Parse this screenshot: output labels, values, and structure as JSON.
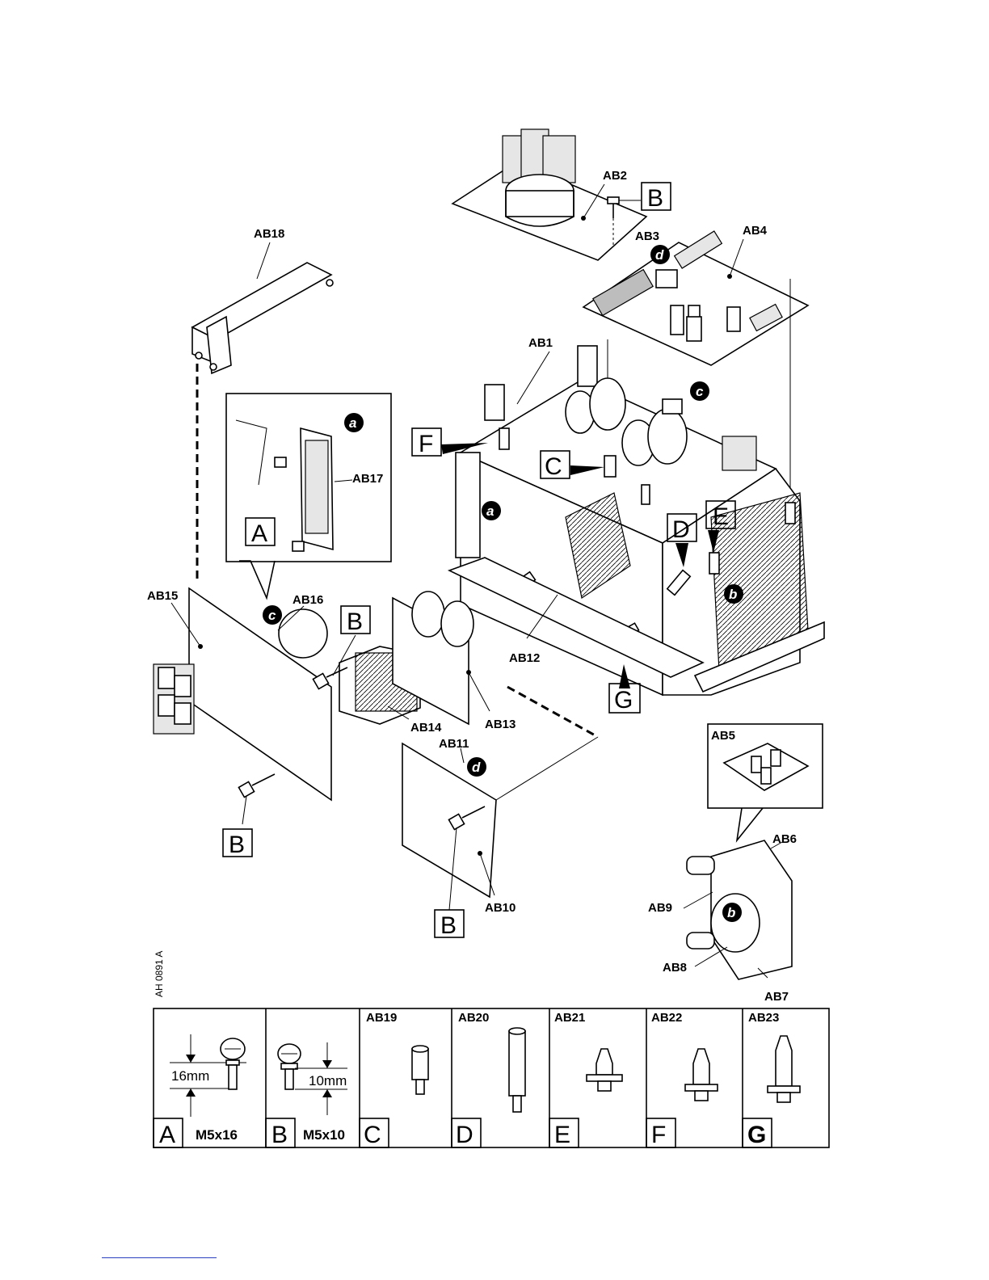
{
  "figure_code": "AH 0891 A",
  "parts": {
    "AB1": "AB1",
    "AB2": "AB2",
    "AB3": "AB3",
    "AB4": "AB4",
    "AB5": "AB5",
    "AB6": "AB6",
    "AB7": "AB7",
    "AB8": "AB8",
    "AB9": "AB9",
    "AB10": "AB10",
    "AB11": "AB11",
    "AB12": "AB12",
    "AB13": "AB13",
    "AB14": "AB14",
    "AB15": "AB15",
    "AB16": "AB16",
    "AB17": "AB17",
    "AB18": "AB18"
  },
  "fastener_letters": {
    "A": "A",
    "B": "B",
    "C": "C",
    "D": "D",
    "E": "E",
    "F": "F",
    "G": "G"
  },
  "connection_markers": {
    "a": "a",
    "b": "b",
    "c": "c",
    "d": "d"
  },
  "legend": {
    "cells": [
      {
        "letter": "A",
        "spec": "M5x16",
        "dimension": "16mm",
        "part": ""
      },
      {
        "letter": "B",
        "spec": "M5x10",
        "dimension": "10mm",
        "part": ""
      },
      {
        "letter": "C",
        "spec": "",
        "dimension": "",
        "part": "AB19"
      },
      {
        "letter": "D",
        "spec": "",
        "dimension": "",
        "part": "AB20"
      },
      {
        "letter": "E",
        "spec": "",
        "dimension": "",
        "part": "AB21"
      },
      {
        "letter": "F",
        "spec": "",
        "dimension": "",
        "part": "AB22"
      },
      {
        "letter": "G",
        "spec": "",
        "dimension": "",
        "part": "AB23"
      }
    ]
  }
}
